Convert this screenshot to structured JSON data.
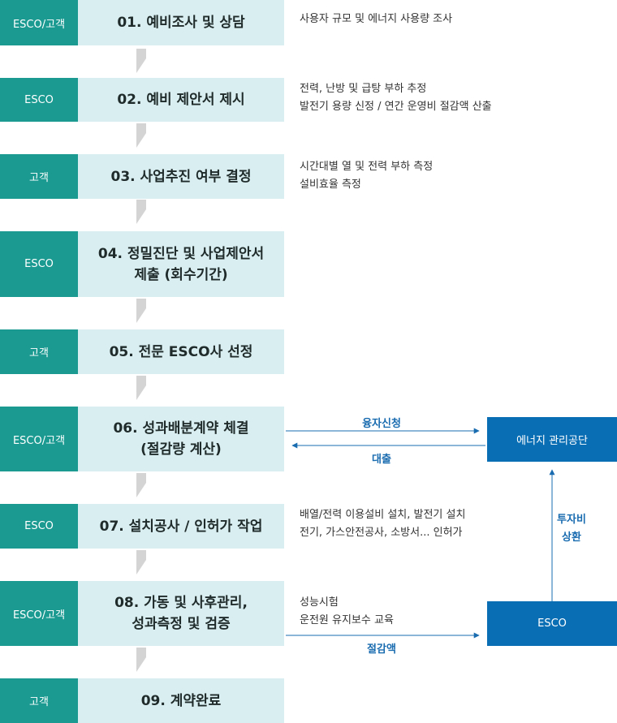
{
  "steps": [
    {
      "role": "ESCO/고객",
      "title": [
        "01. 예비조사 및 상담"
      ],
      "notes": [
        "사용자  규모 및 에너지 사용량 조사"
      ]
    },
    {
      "role": "ESCO",
      "title": [
        "02. 예비 제안서 제시"
      ],
      "notes": [
        "전력, 난방 및 급탕 부하 추정",
        "발전기 용량 신정 / 연간 운영비 절감액 산출"
      ]
    },
    {
      "role": "고객",
      "title": [
        "03. 사업추진 여부 결정"
      ],
      "notes": [
        "시간대별 열 및 전력 부하 측정",
        "설비효율 측정"
      ]
    },
    {
      "role": "ESCO",
      "title": [
        "04. 정밀진단 및 사업제안서",
        "제출 (회수기간)"
      ],
      "notes": []
    },
    {
      "role": "고객",
      "title": [
        "05. 전문 ESCO사 선정"
      ],
      "notes": []
    },
    {
      "role": "ESCO/고객",
      "title": [
        "06. 성과배분계약 체결",
        "(절감량 계산)"
      ],
      "notes": []
    },
    {
      "role": "ESCO",
      "title": [
        "07. 설치공사 / 인허가 작업"
      ],
      "notes": [
        "배열/전력 이용설비 설치, 발전기 설치",
        "전기, 가스안전공사, 소방서... 인허가"
      ]
    },
    {
      "role": "ESCO/고객",
      "title": [
        "08. 가동 및 사후관리,",
        "성과측정 및 검증"
      ],
      "notes": [
        "성능시험",
        "운전원 유지보수 교육"
      ]
    },
    {
      "role": "고객",
      "title": [
        "09. 계약완료"
      ],
      "notes": []
    }
  ],
  "side": {
    "agency_box": "에너지 관리공단",
    "esco_box": "ESCO",
    "loan_request_label": "융자신청",
    "loan_label": "대출",
    "repay_label_1": "투자비",
    "repay_label_2": "상환",
    "savings_label": "절감액"
  },
  "colors": {
    "role_bg": "#1a9a91",
    "step_bg": "#d9eef0",
    "arrow_gray": "#d4d4d4",
    "flow_blue": "#1a6cb0",
    "box_blue": "#0a6eb4"
  }
}
